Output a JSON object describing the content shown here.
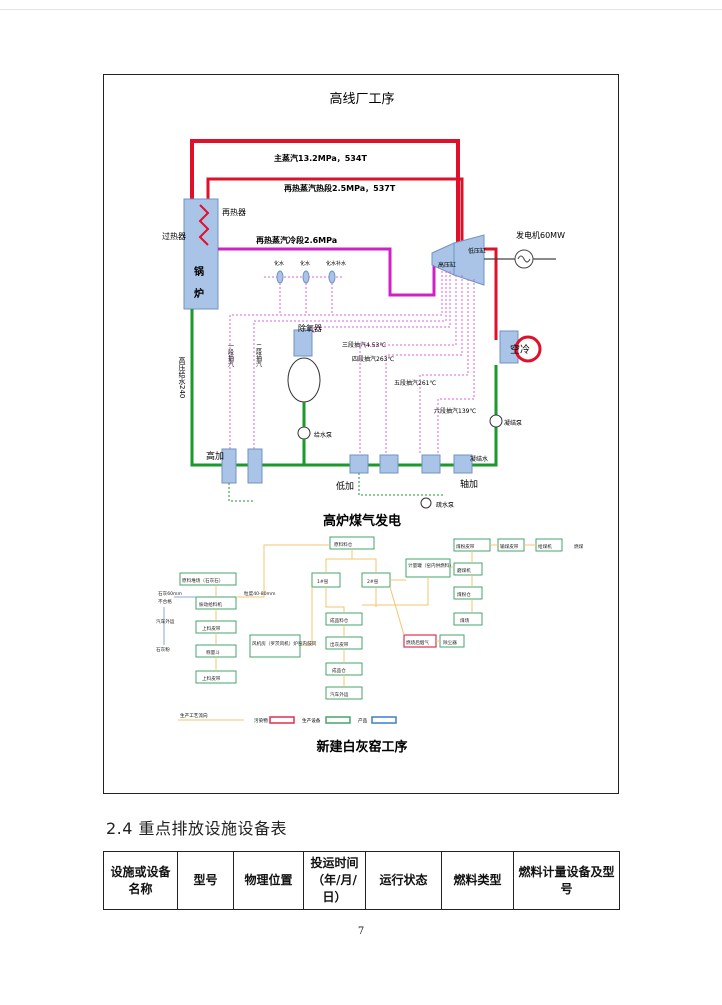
{
  "diagram": {
    "title": "高线厂工序",
    "labels": {
      "main_steam": "主蒸汽13.2MPa，534T",
      "reheat_hot": "再热蒸汽热段2.5MPa，537T",
      "reheater": "再热器",
      "superheater": "过热器",
      "reheat_cold": "再热蒸汽冷段2.6MPa",
      "generator": "发电机60MW",
      "hp_cyl": "高压缸",
      "lp_cyl": "低压缸",
      "boiler_1": "锅",
      "boiler_2": "炉",
      "valve1": "化水",
      "valve2": "化水",
      "valve3": "化水补水",
      "deaerator": "除氧器",
      "air_cool": "空冷",
      "ext3": "三段抽汽4.53℃",
      "ext4": "四段抽汽263℃",
      "ext5": "五段抽汽261℃",
      "ext6": "六段抽汽139℃",
      "first_ext": "一段抽汽",
      "second_ext": "二段抽汽",
      "hp_feed": "高压给水240",
      "feed_pump": "给水泵",
      "cond_pump": "凝结泵",
      "hp_heater": "高加",
      "lp_heater": "低加",
      "shaft_heater": "轴加",
      "cond_water": "凝结水",
      "drain_pump": "疏水泵"
    }
  },
  "lime_title": "高炉煤气发电",
  "flow": {
    "raw_bin": "原料料仓",
    "stone": "原料堆场（石灰石）",
    "vib_feeder": "振动给料机",
    "conveyor1": "上料皮带",
    "hopper": "称量斗",
    "conveyor2": "上料皮带",
    "kiln1": "1#窑",
    "kiln2": "2#窑",
    "meter": "计量罐（窑内供燃料）",
    "fan": "风机房（罗茨风机）炉窑内鼓风",
    "finished": "成品料仓",
    "conveyor3": "出灰皮带",
    "product_bin": "成品仓",
    "truck": "汽车外运",
    "gas": "燃烧后烟气",
    "dust": "除尘器",
    "coal_bin": "煤粉皮带",
    "mill": "磨煤机",
    "pulv": "煤粉仓",
    "coal_pile": "煤场",
    "b1": "输煤皮带",
    "b2": "给煤机",
    "b3": "燃煤",
    "note1": "石灰60mm",
    "note2": "不合格",
    "note3": "汽车外运",
    "note4": "石灰粉",
    "note5": "粒度40-80mm",
    "legend1": "生产工艺流向",
    "legend2": "污染物",
    "legend3": "生产设备",
    "legend4": "产品"
  },
  "bottom_title": "新建白灰窑工序",
  "section_title": "2.4  重点排放设施设备表",
  "table_headers": [
    "设施或设备名称",
    "型号",
    "物理位置",
    "投运时间（年/月/日）",
    "运行状态",
    "燃料类型",
    "燃料计量设备及型号"
  ],
  "page_number": "7",
  "colors": {
    "steam_red": "#e0102a",
    "reheat_magenta": "#d020c8",
    "water_green": "#1a9a2a",
    "extraction_pink": "#e060e0",
    "boiler_blue": "#a9c4e6",
    "flow_orange": "#f2c470",
    "box_green": "#46a46e",
    "box_blue": "#3a7fc4",
    "box_red": "#e03050"
  }
}
